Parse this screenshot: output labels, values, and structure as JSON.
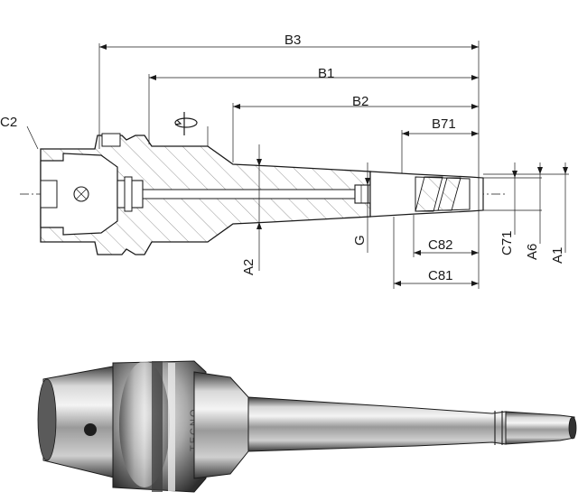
{
  "drawing": {
    "dimensions": {
      "B3": "B3",
      "B1": "B1",
      "B2": "B2",
      "B71": "B71",
      "C2": "C2",
      "A2": "A2",
      "G": "G",
      "C82": "C82",
      "C81": "C81",
      "C71": "C71",
      "A6": "A6",
      "A1": "A1"
    },
    "engraving": "TECNO"
  },
  "colors": {
    "line": "#1a1a1a",
    "metal_dark": "#2b2b2b",
    "metal_mid": "#8a8a8a",
    "metal_light": "#e6e6e6"
  }
}
